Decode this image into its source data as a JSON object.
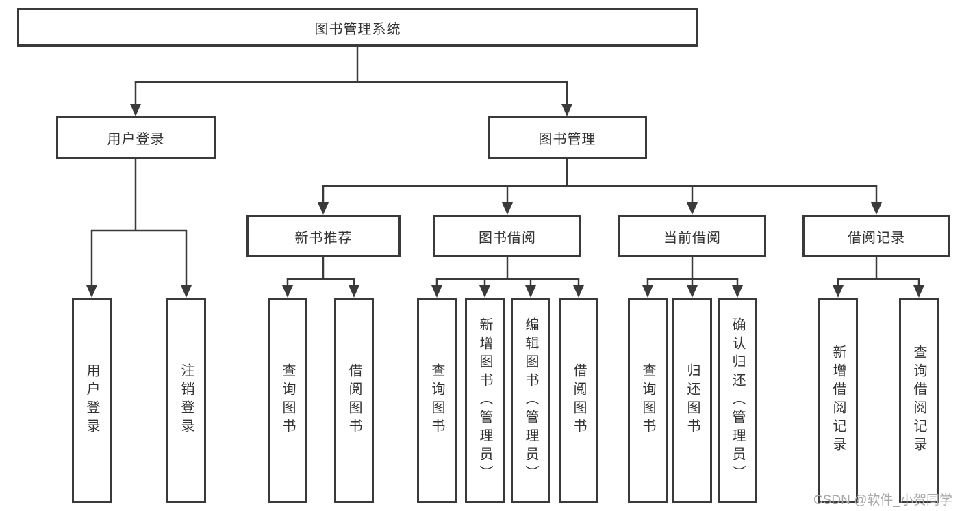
{
  "nodes": {
    "root": "图书管理系统",
    "user_login": "用户登录",
    "book_management": "图书管理",
    "new_book_recommend": "新书推荐",
    "book_borrow": "图书借阅",
    "current_borrow": "当前借阅",
    "borrow_record": "借阅记录",
    "leaves": {
      "user_login": [
        "用户登录",
        "注销登录"
      ],
      "new_book_recommend": [
        "查询图书",
        "借阅图书"
      ],
      "book_borrow": [
        "查询图书",
        "新增图书（管理员）",
        "编辑图书（管理员）",
        "借阅图书"
      ],
      "current_borrow": [
        "查询图书",
        "归还图书",
        "确认归还（管理员）"
      ],
      "borrow_record": [
        "新增借阅记录",
        "查询借阅记录"
      ]
    }
  },
  "watermark": "CSDN @软件_小贺同学",
  "colors": {
    "line": "#3a3a3a",
    "text": "#333333",
    "watermark": "#a8a8a8",
    "background": "#ffffff"
  }
}
